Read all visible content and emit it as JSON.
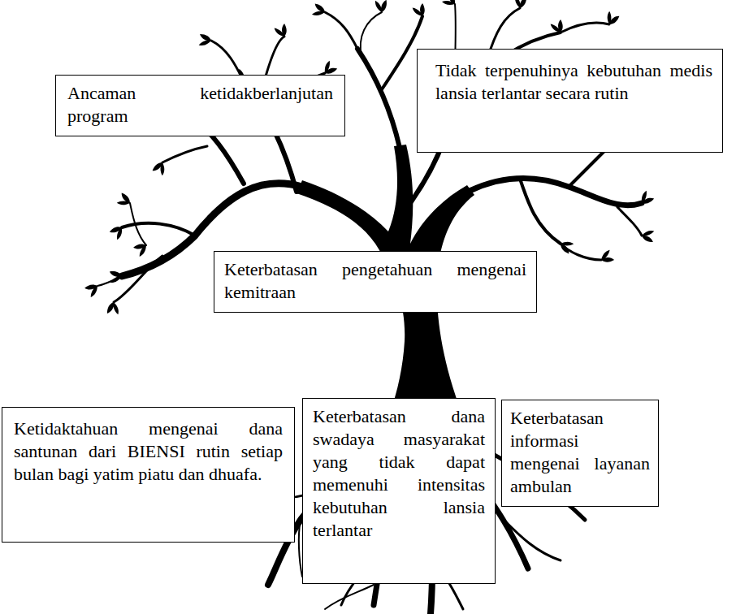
{
  "diagram": {
    "nodes": [
      {
        "text": [
          "Ancaman ketidakberlanjutan program"
        ]
      },
      {
        "text": [
          "Tidak terpenuhinya kebutuhan medis lansia terlantar secara rutin"
        ]
      },
      {
        "text": [
          "Keterbatasan pengetahuan mengenai kemitraan"
        ]
      },
      {
        "text": [
          "Ketidaktahuan mengenai dana santunan dari BIENSI rutin setiap bulan bagi yatim piatu dan dhuafa."
        ]
      },
      {
        "text": [
          "Keterbatasan dana swadaya masyarakat yang tidak dapat memenuhi intensitas kebutuhan lansia terlantar"
        ]
      },
      {
        "text": [
          "Keterbatasan informasi mengenai layanan ambulan"
        ]
      }
    ]
  }
}
